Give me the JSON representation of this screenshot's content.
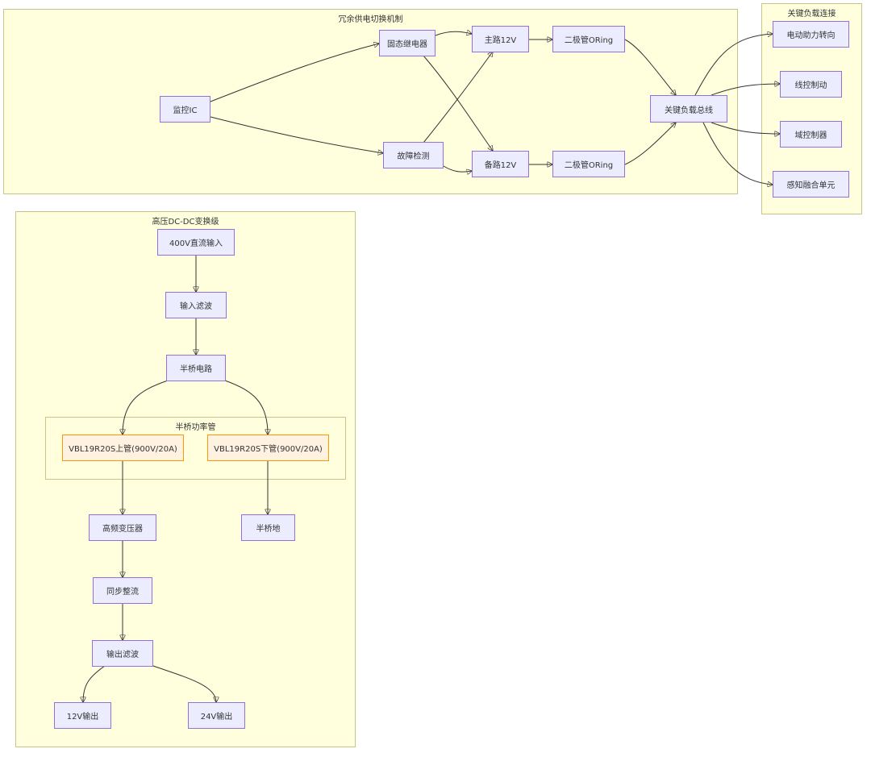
{
  "subgraphs": {
    "redundant": "冗余供电切换机制",
    "critical": "关键负载连接",
    "hv": "高压DC-DC变换级",
    "bridge": "半桥功率管"
  },
  "nodes": {
    "monitor_ic": "监控IC",
    "ssr": "固态继电器",
    "fault_detect": "故障检测",
    "main_12v": "主路12V",
    "backup_12v": "备路12V",
    "oring_top": "二极管ORing",
    "oring_bottom": "二极管ORing",
    "critical_bus": "关键负载总线",
    "eps": "电动助力转向",
    "steer_by_wire": "线控制动",
    "domain_ctrl": "域控制器",
    "fusion_unit": "感知融合单元",
    "input_400v": "400V直流输入",
    "input_filter": "输入滤波",
    "half_bridge": "半桥电路",
    "upper_fet": "VBL19R20S上管(900V/20A)",
    "lower_fet": "VBL19R20S下管(900V/20A)",
    "hf_transformer": "高频变压器",
    "bridge_ground": "半桥地",
    "sync_rect": "同步整流",
    "output_filter": "输出滤波",
    "out_12v": "12V输出",
    "out_24v": "24V输出"
  },
  "colors": {
    "cluster_fill": "#ffffde",
    "node_fill": "#ececff",
    "node_border": "#9370db",
    "highlight_fill": "#fff2e0",
    "highlight_border": "#ff9800"
  }
}
